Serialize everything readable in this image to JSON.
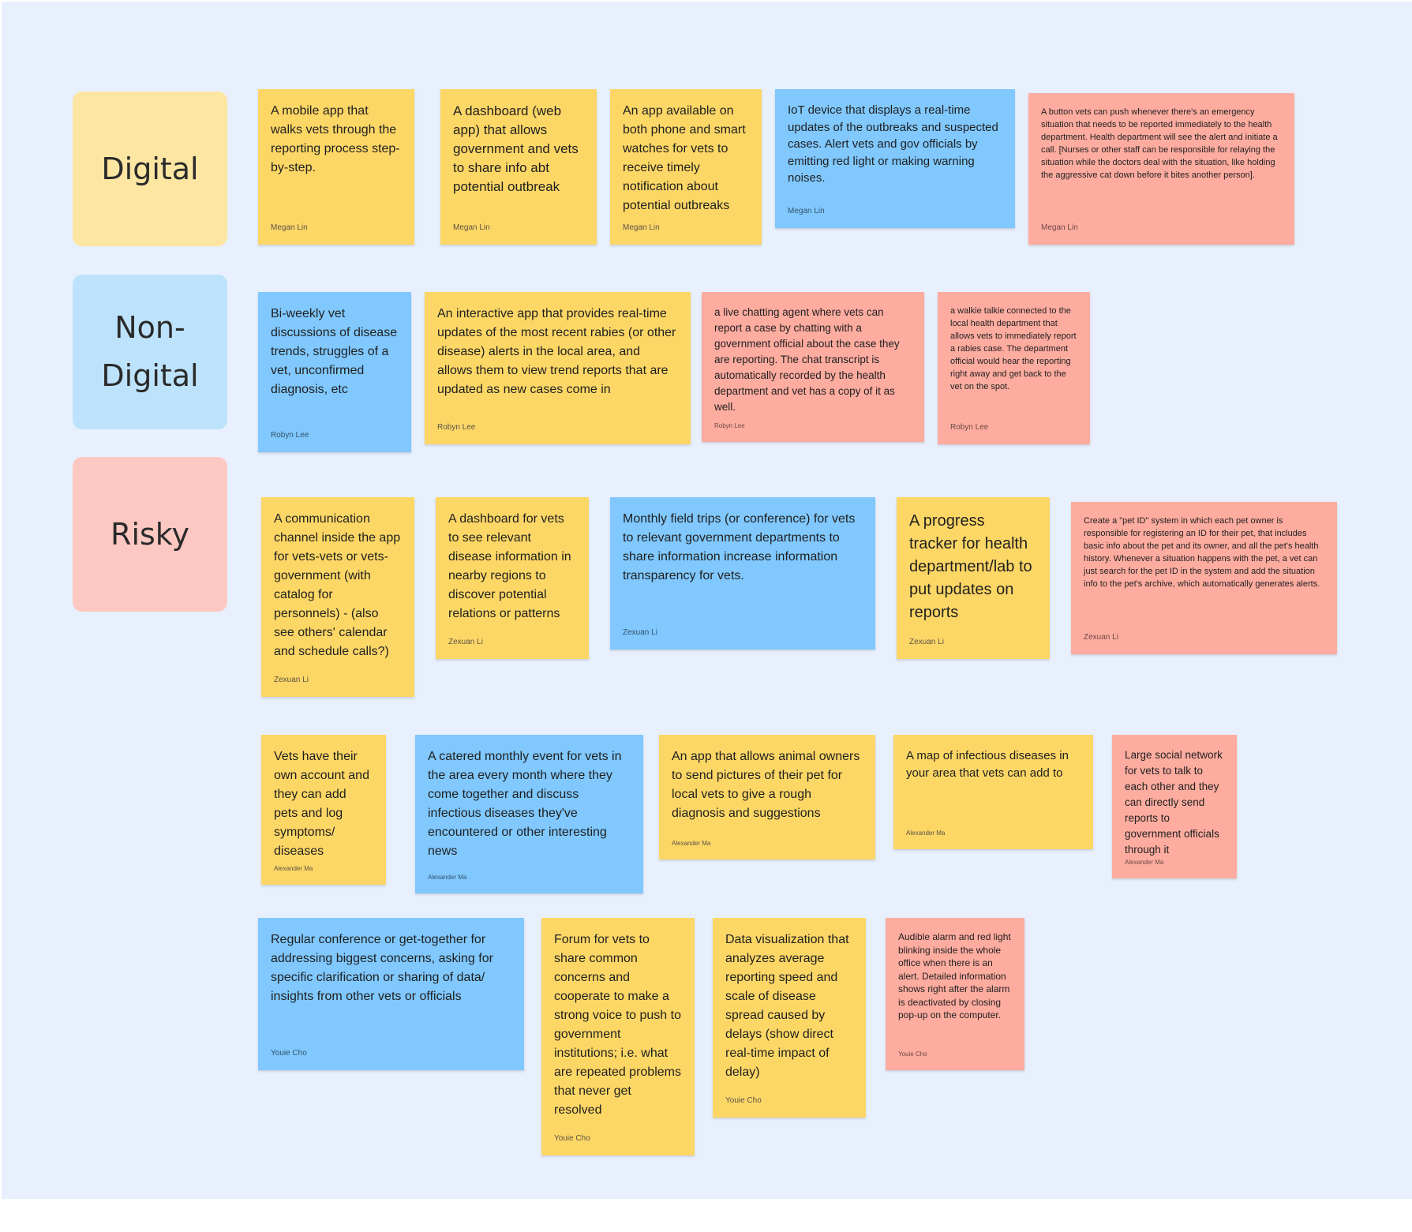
{
  "categories": {
    "digital": "Digital",
    "non_digital": "Non-\nDigital",
    "risky": "Risky"
  },
  "colors": {
    "board": "#e8f0fd",
    "yellow_note": "#fdd766",
    "blue_note": "#80c8fe",
    "red_note": "#feaca0",
    "digital_label": "#fde6a2",
    "non_digital_label": "#bde2fb",
    "risky_label": "#fec8c2"
  },
  "notes": [
    {
      "text": "A mobile app that walks vets through the reporting process step-by-step.",
      "author": "Megan Lin",
      "color": "yellow"
    },
    {
      "text": "A dashboard (web app) that allows government and vets to share info abt potential outbreak",
      "author": "Megan Lin",
      "color": "yellow"
    },
    {
      "text": "An app available on both phone and smart watches for vets to receive timely notification about potential outbreaks",
      "author": "Megan Lin",
      "color": "yellow"
    },
    {
      "text": "IoT device that displays a real-time updates of the outbreaks and suspected cases. Alert vets and gov officials by emitting red light or making warning noises.",
      "author": "Megan Lin",
      "color": "blue"
    },
    {
      "text": "A button vets can push whenever there's an emergency situation that needs to be reported immediately to the health department. Health department will see the alert and initiate a call. [Nurses or other staff can be responsible for relaying the situation while the doctors deal with the situation, like holding the aggressive cat down before it bites another person].",
      "author": "Megan Lin",
      "color": "red"
    },
    {
      "text": "Bi-weekly vet discussions of disease trends, struggles of a vet, unconfirmed diagnosis, etc",
      "author": "Robyn Lee",
      "color": "blue"
    },
    {
      "text": "An interactive app that provides real-time updates of the most recent rabies (or other disease) alerts in the local area, and allows them to view trend reports that are updated as new cases come in",
      "author": "Robyn Lee",
      "color": "yellow"
    },
    {
      "text": "a live chatting agent where vets can report a case by chatting with a government official about the case they are reporting. The chat transcript is automatically recorded by the health department and vet has a copy of it as well.",
      "author": "Robyn Lee",
      "color": "red"
    },
    {
      "text": "a walkie talkie connected to the local health department that allows vets to immediately report a rabies case. The department official would hear the reporting right away and get back to the vet on the spot.",
      "author": "Robyn Lee",
      "color": "red"
    },
    {
      "text": "A communication channel inside the app for vets-vets or vets-government (with catalog for personnels) - (also see others' calendar and schedule calls?)",
      "author": "Zexuan Li",
      "color": "yellow"
    },
    {
      "text": "A dashboard for vets to see relevant disease information in nearby regions to discover potential relations or patterns",
      "author": "Zexuan Li",
      "color": "yellow"
    },
    {
      "text": "Monthly field trips (or conference) for vets to relevant government departments to share information increase information transparency for vets.",
      "author": "Zexuan Li",
      "color": "blue"
    },
    {
      "text": "A progress tracker for health department/lab to put updates on reports",
      "author": "Zexuan Li",
      "color": "yellow"
    },
    {
      "text": "Create a \"pet ID\" system in which each pet owner is responsible for registering an ID for their pet, that includes basic info about the pet and its owner, and all the pet's health history. Whenever a situation happens with the pet, a vet can just search for the pet ID in the system and add the situation info to the pet's archive, which automatically generates alerts.",
      "author": "Zexuan Li",
      "color": "red"
    },
    {
      "text": "Vets have their own account and they can add pets and log symptoms/ diseases",
      "author": "Alexander Ma",
      "color": "yellow"
    },
    {
      "text": "A catered monthly event for vets in the area every month where they come together and discuss infectious diseases they've encountered or other interesting news",
      "author": "Alexander Ma",
      "color": "blue"
    },
    {
      "text": "An app that allows animal owners to send pictures of their pet for local vets to give a rough diagnosis and suggestions",
      "author": "Alexander Ma",
      "color": "yellow"
    },
    {
      "text": "A map of infectious diseases in your area that vets can add to",
      "author": "Alexander Ma",
      "color": "yellow"
    },
    {
      "text": "Large social network for vets to talk to each other and they can directly send reports to government officials through it",
      "author": "Alexander Ma",
      "color": "red"
    },
    {
      "text": "Regular conference or get-together for addressing biggest concerns, asking for specific clarification or sharing of data/ insights from other vets or officials",
      "author": "Youie Cho",
      "color": "blue"
    },
    {
      "text": "Forum for vets to share common concerns and cooperate to make a strong voice to push to government institutions; i.e. what are repeated problems that never get resolved",
      "author": "Youie Cho",
      "color": "yellow"
    },
    {
      "text": "Data visualization that analyzes average reporting speed and scale of disease spread caused by delays (show direct real-time impact of delay)",
      "author": "Youie Cho",
      "color": "yellow"
    },
    {
      "text": "Audible alarm and red light blinking inside the whole office when there is an alert. Detailed information shows right after the alarm is deactivated by closing pop-up on the computer.",
      "author": "Youie Cho",
      "color": "red"
    }
  ]
}
